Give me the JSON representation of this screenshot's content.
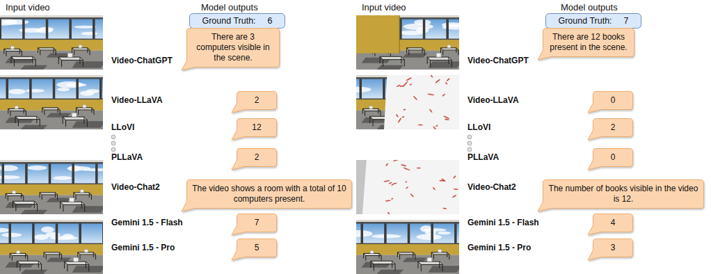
{
  "diagram": {
    "nodes": [
      {
        "text": [
          "Ground Truth:",
          "6"
        ]
      },
      {
        "text": [
          "There are 3 computers visible in the scene."
        ]
      },
      {
        "text": [
          "2"
        ]
      },
      {
        "text": [
          "12"
        ]
      },
      {
        "text": [
          "2"
        ]
      },
      {
        "text": [
          "The video shows a room with a total of 10 computers present."
        ]
      },
      {
        "text": [
          "7"
        ]
      },
      {
        "text": [
          "5"
        ]
      },
      {
        "text": [
          "Ground Truth:",
          "7"
        ]
      },
      {
        "text": [
          "There are 12 books present in the scene."
        ]
      },
      {
        "text": [
          "0"
        ]
      },
      {
        "text": [
          "2"
        ]
      },
      {
        "text": [
          "0"
        ]
      },
      {
        "text": [
          "The number of books visible in the video is 12."
        ]
      },
      {
        "text": [
          "4"
        ]
      },
      {
        "text": [
          "3"
        ]
      }
    ],
    "labels": [
      "Input video",
      "Model outputs",
      "Video-ChatGPT",
      "Video-LLaVA",
      "LLoVI",
      "PLLaVA",
      "Video-Chat2",
      "Gemini 1.5 - Flash",
      "Gemini 1.5 - Pro",
      "Input video",
      "Model outputs",
      "Video-ChatGPT",
      "Video-LLaVA",
      "LLoVI",
      "PLLaVA",
      "Video-Chat2",
      "Gemini 1.5 - Flash",
      "Gemini 1.5 - Pro"
    ]
  }
}
